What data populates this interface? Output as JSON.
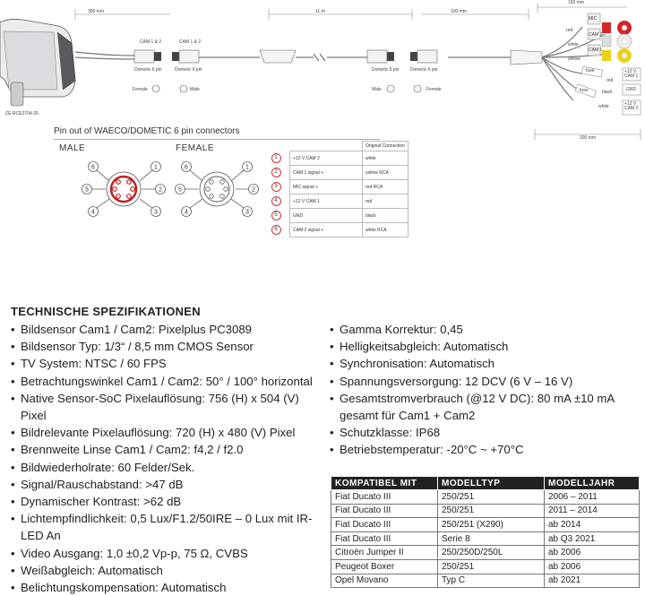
{
  "diagram": {
    "dim_300": "300 mm",
    "dim_11": "11 m",
    "dim_100": "100 mm",
    "dim_150": "150 mm",
    "dim_200": "200 mm",
    "cam_left_1": "CAM 1 & 2",
    "cam_left_2": "CAM 1 & 2",
    "dometic_1": "Dometic 6 pin",
    "dometic_2": "Dometic 6 pin",
    "dometic_3": "Dometic 6 pin",
    "dometic_4": "Dometic 6 pin",
    "female_left": "Female",
    "male_left": "Male",
    "male_right": "Male",
    "female_right": "Female",
    "model_code": "ZE-RCE3704-25",
    "mic": "MIC",
    "cam2": "CAM 2",
    "cam1": "CAM 1",
    "red": "red",
    "white": "white",
    "yellow": "yellow",
    "fuse": "fuse",
    "red2": "red",
    "black": "black",
    "white2": "white",
    "v12_cam1": "+12 V CAM 1",
    "gnd": "GND",
    "v12_cam2": "+12 V CAM 2",
    "fuse2": "fuse"
  },
  "pinout": {
    "title": "Pin out of WAECO/DOMETIC 6 pin connectors",
    "male": "MALE",
    "female": "FEMALE",
    "header": "Original Connection",
    "rows": [
      {
        "n": "1",
        "signal": "+12 V CAM 2",
        "orig": "white"
      },
      {
        "n": "2",
        "signal": "CAM 1 signal +",
        "orig": "yellow RCA"
      },
      {
        "n": "3",
        "signal": "MIC signal +",
        "orig": "red RCA"
      },
      {
        "n": "4",
        "signal": "+12 V CAM 1",
        "orig": "red"
      },
      {
        "n": "5",
        "signal": "GND",
        "orig": "black"
      },
      {
        "n": "6",
        "signal": "CAM 2 signal +",
        "orig": "white RCA"
      }
    ]
  },
  "specs": {
    "title": "TECHNISCHE SPEZIFIKATIONEN",
    "left": [
      "Bildsensor Cam1 / Cam2: Pixelplus PC3089",
      "Bildsensor Typ: 1/3“ / 8,5 mm CMOS Sensor",
      "TV System: NTSC / 60 FPS",
      "Betrachtungswinkel Cam1 / Cam2: 50° / 100° horizontal",
      "Native Sensor-SoC Pixelauflösung: 756 (H) x 504 (V) Pixel",
      "Bildrelevante Pixelauflösung: 720 (H) x 480 (V) Pixel",
      "Brennweite Linse Cam1 / Cam2: f4,2 / f2.0",
      "Bildwiederholrate: 60 Felder/Sek.",
      "Signal/Rauschabstand: >47 dB",
      "Dynamischer Kontrast: >62 dB",
      "Lichtempfindlichkeit: 0,5 Lux/F1.2/50IRE – 0 Lux mit IR-LED An",
      "Video Ausgang: 1,0 ±0,2 Vp-p, 75 Ω, CVBS",
      "Weißabgleich: Automatisch",
      "Belichtungskompensation: Automatisch"
    ],
    "right": [
      "Gamma Korrektur: 0,45",
      "Helligkeitsabgleich: Automatisch",
      "Synchronisation: Automatisch",
      "Spannungsversorgung: 12 DCV (6 V – 16 V)",
      "Gesamtstromverbrauch (@12 V DC): 80 mA ±10 mA gesamt für Cam1 + Cam2",
      "Schutzklasse: IP68",
      "Betriebstemperatur: -20°C ~ +70°C"
    ]
  },
  "compat": {
    "headers": [
      "KOMPATIBEL MIT",
      "MODELLTYP",
      "MODELLJAHR"
    ],
    "rows": [
      [
        "Fiat Ducato III",
        "250/251",
        "2006 – 2011"
      ],
      [
        "Fiat Ducato III",
        "250/251",
        "2011 – 2014"
      ],
      [
        "Fiat Ducato III",
        "250/251 (X290)",
        "ab 2014"
      ],
      [
        "Fiat Ducato III",
        "Serie 8",
        "ab Q3 2021"
      ],
      [
        "Citroën Jumper II",
        "250/250D/250L",
        "ab 2006"
      ],
      [
        "Peugeot Boxer",
        "250/251",
        "ab 2006"
      ],
      [
        "Opel Movano",
        "Typ C",
        "ab 2021"
      ]
    ]
  }
}
